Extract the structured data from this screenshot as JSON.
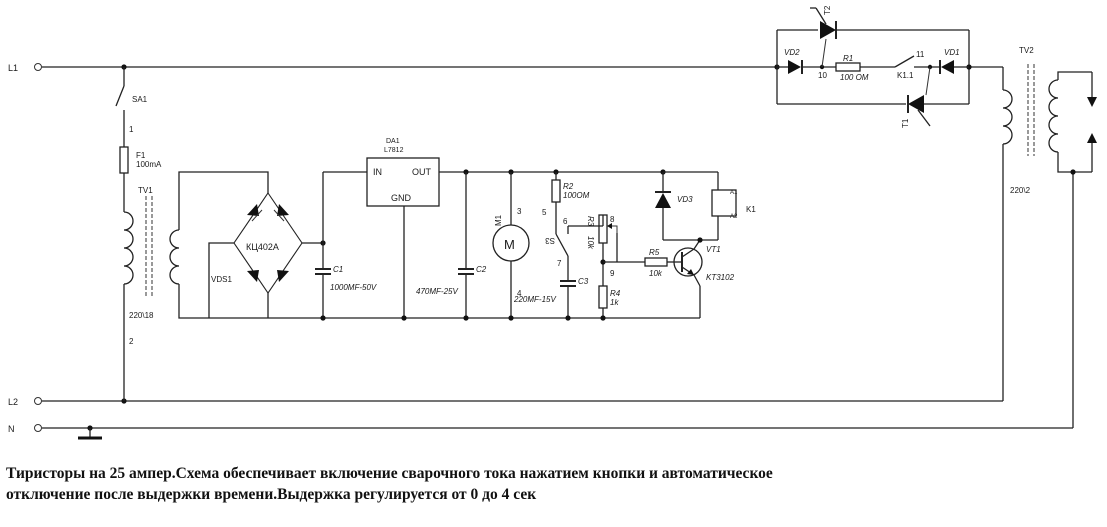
{
  "terminals": {
    "l1": "L1",
    "l2": "L2",
    "n": "N"
  },
  "labels": {
    "sa1": "SA1",
    "f1": "F1",
    "f1_value": "100mA",
    "tv1": "TV1",
    "tv1_ratio": "220\\18",
    "vds1": "VDS1",
    "bridge": "КЦ402А",
    "c1": "C1",
    "c1_value": "1000MF-50V",
    "da1": "DA1",
    "da1_type": "L7812",
    "in": "IN",
    "out": "OUT",
    "gnd": "GND",
    "c2": "C2",
    "c2_value": "470MF-25V",
    "m1": "M1",
    "s3": "S3",
    "r2": "R2",
    "r2_value": "100OM",
    "c3": "C3",
    "c3_value": "220MF-15V",
    "r3": "R3",
    "r3_value": "10k",
    "r4": "R4",
    "r4_value": "1k",
    "r5": "R5",
    "r5_value": "10k",
    "vt1": "VT1",
    "vt1_type": "KT3102",
    "vd3": "VD3",
    "k1": "K1",
    "a1": "A1",
    "a2": "A2",
    "vd2": "VD2",
    "vd1": "VD1",
    "r1": "R1",
    "r1_value": "100 OM",
    "k11": "K1.1",
    "t1": "T1",
    "t2": "T2",
    "tv2": "TV2",
    "tv2_ratio": "220\\2",
    "n1": "1",
    "n2": "2",
    "n3": "3",
    "n4": "4",
    "n5": "5",
    "n6": "6",
    "n7": "7",
    "n8": "8",
    "n9": "9",
    "n10": "10",
    "n11": "11"
  },
  "caption": {
    "line1": "Тиристоры на 25 ампер.Схема обеспечивает включение сварочного тока нажатием кнопки и автоматическое",
    "line2": "отключение после выдержки времени.Выдержка регулируется от 0 до 4 сек"
  }
}
